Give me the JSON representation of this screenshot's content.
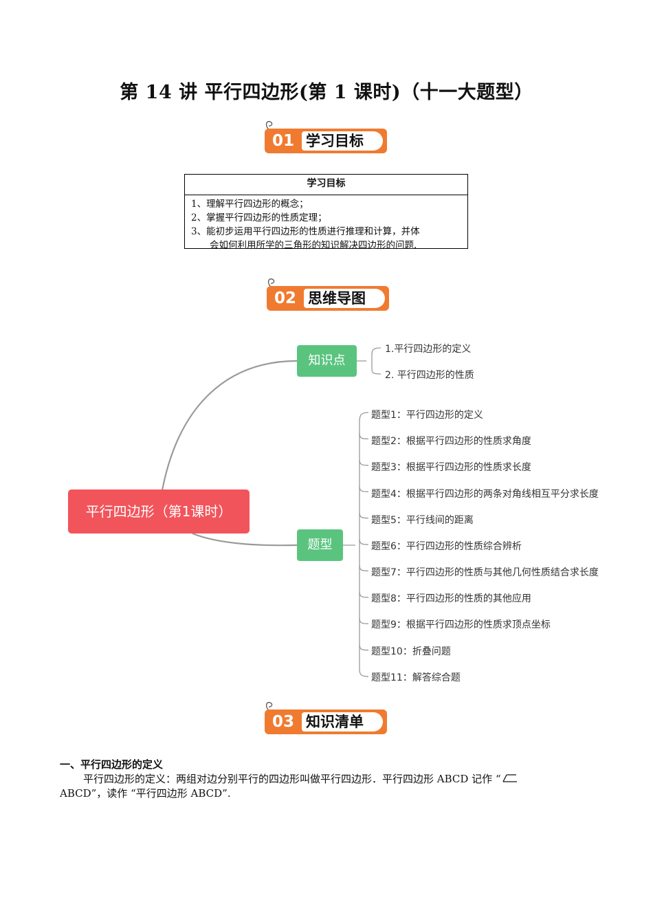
{
  "title": "第 14 讲  平行四边形(第 1 课时)（十一大题型）",
  "sections": [
    {
      "num": "01",
      "label": "学习目标"
    },
    {
      "num": "02",
      "label": "思维导图"
    },
    {
      "num": "03",
      "label": "知识清单"
    }
  ],
  "objectives": {
    "header": "学习目标",
    "items": [
      "1、理解平行四边形的概念；",
      "2、掌握平行四边形的性质定理；",
      "3、能初步运用平行四边形的性质进行推理和计算，并体",
      "会如何利用所学的三角形的知识解决四边形的问题."
    ]
  },
  "mindmap": {
    "root": "平行四边形（第1课时）",
    "branch_knowledge": {
      "label": "知识点",
      "items": [
        "1.平行四边形的定义",
        "2. 平行四边形的性质"
      ]
    },
    "branch_types": {
      "label": "题型",
      "items": [
        "题型1：平行四边形的定义",
        "题型2：根据平行四边形的性质求角度",
        "题型3：根据平行四边形的性质求长度",
        "题型4：根据平行四边形的两条对角线相互平分求长度",
        "题型5：平行线间的距离",
        "题型6：平行四边形的性质综合辨析",
        "题型7：平行四边形的性质与其他几何性质结合求长度",
        "题型8：平行四边形的性质的其他应用",
        "题型9：根据平行四边形的性质求顶点坐标",
        "题型10：折叠问题",
        "题型11：解答综合题"
      ]
    }
  },
  "knowledge": {
    "heading": "一、平行四边形的定义",
    "line1": "平行四边形的定义：两组对边分别平行的四边形叫做平行四边形．平行四边形 ABCD 记作 “",
    "line2": "ABCD”，读作 “平行四边形 ABCD”."
  },
  "colors": {
    "badge": "#f07b30",
    "root": "#f2545b",
    "branch": "#5ac47f",
    "line": "#999999"
  }
}
